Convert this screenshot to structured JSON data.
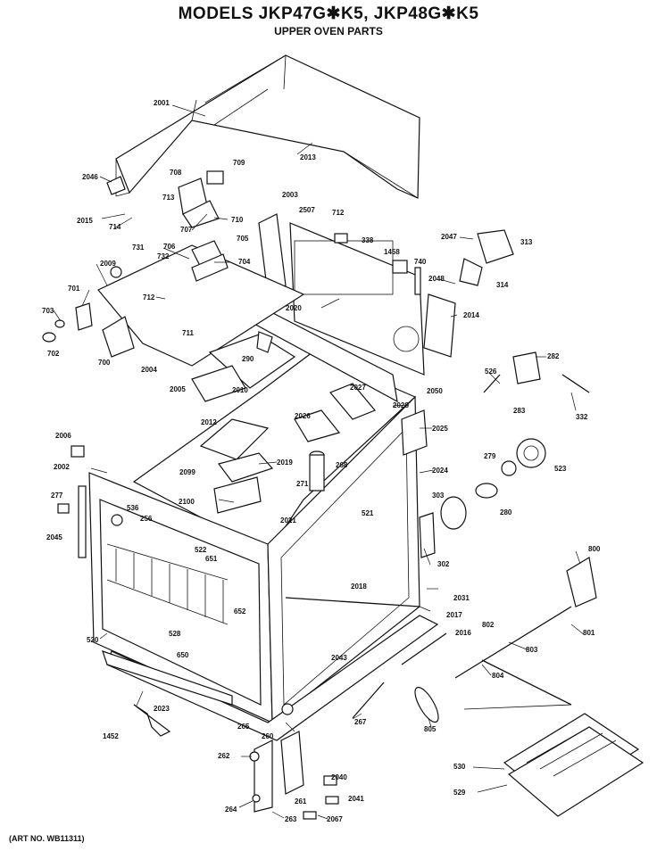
{
  "title": "MODELS JKP47G✱K5, JKP48G✱K5",
  "subtitle": "UPPER OVEN PARTS",
  "art_no": "(ART NO. WB11311)",
  "callouts": {
    "p2001": "2001",
    "p2046": "2046",
    "p2013": "2013",
    "p708": "708",
    "p709": "709",
    "p713": "713",
    "p2015": "2015",
    "p714": "714",
    "p707": "707",
    "p710": "710",
    "p2003": "2003",
    "p2507": "2507",
    "p712a": "712",
    "p338": "338",
    "p2047": "2047",
    "p313": "313",
    "p731": "731",
    "p706": "706",
    "p705": "705",
    "p732": "732",
    "p704": "704",
    "p2009": "2009",
    "p1458": "1458",
    "p740": "740",
    "p2048": "2048",
    "p314": "314",
    "p701": "701",
    "p712b": "712",
    "p2020": "2020",
    "p2014": "2014",
    "p703": "703",
    "p711": "711",
    "p702": "702",
    "p700": "700",
    "p2004": "2004",
    "p290": "290",
    "p282": "282",
    "p526": "526",
    "p2005": "2005",
    "p2010": "2010",
    "p2027": "2027",
    "p2050": "2050",
    "p283": "283",
    "p332": "332",
    "p2028": "2028",
    "p2026": "2026",
    "p2006": "2006",
    "p2012": "2012",
    "p2025": "2025",
    "p279": "279",
    "p523": "523",
    "p2002": "2002",
    "p2019": "2019",
    "p268": "268",
    "p2024": "2024",
    "p2099": "2099",
    "p271": "271",
    "p277": "277",
    "p2100": "2100",
    "p303": "303",
    "p521": "521",
    "p280": "280",
    "p536": "536",
    "p256": "256",
    "p2045": "2045",
    "p2021": "2021",
    "p522": "522",
    "p651": "651",
    "p302": "302",
    "p800": "800",
    "p2018": "2018",
    "p2031": "2031",
    "p652": "652",
    "p2017": "2017",
    "p802": "802",
    "p520": "520",
    "p528": "528",
    "p2016": "2016",
    "p801": "801",
    "p803": "803",
    "p650": "650",
    "p2043": "2043",
    "p804": "804",
    "p2023": "2023",
    "p265": "265",
    "p267": "267",
    "p805": "805",
    "p1452": "1452",
    "p260": "260",
    "p262": "262",
    "p530": "530",
    "p2040": "2040",
    "p529": "529",
    "p261": "261",
    "p2041": "2041",
    "p264": "264",
    "p263": "263",
    "p2067": "2067"
  }
}
